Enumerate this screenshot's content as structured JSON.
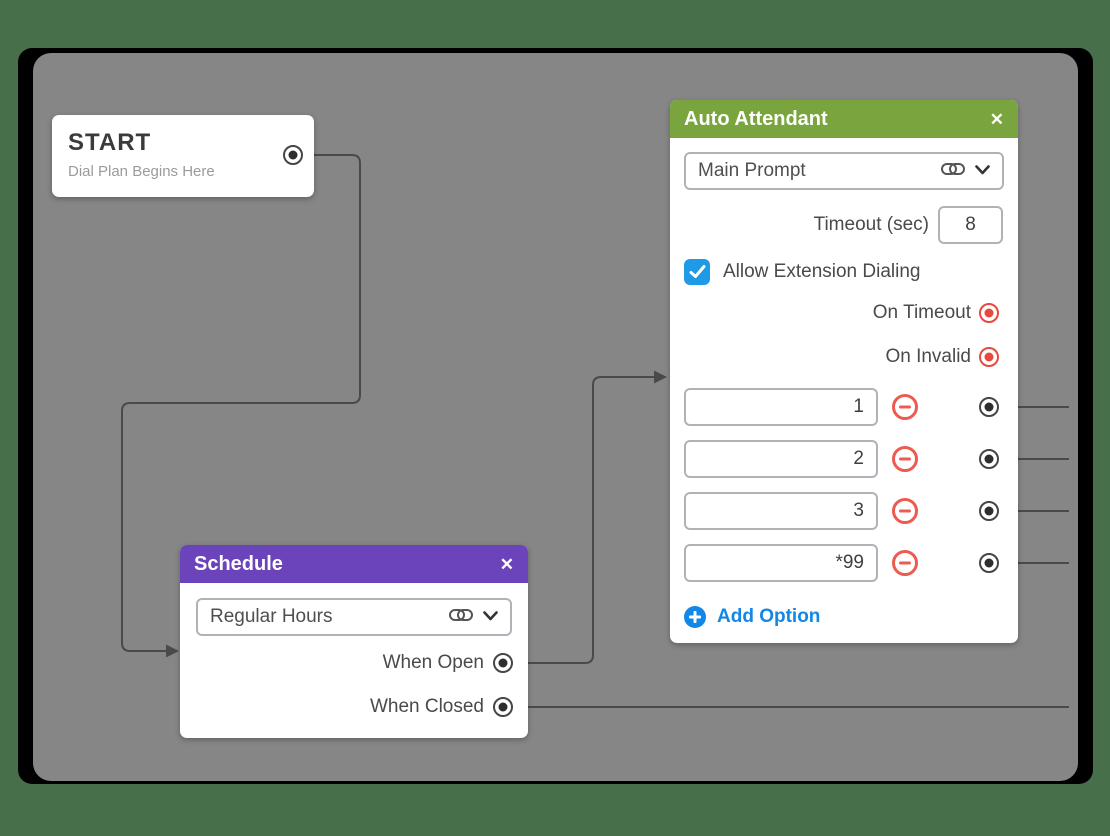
{
  "canvas": {
    "background_color": "#868686",
    "page_background_color": "#476f4a",
    "wire_color": "#4a4a4a"
  },
  "colors": {
    "schedule_header": "#6b43bb",
    "auto_attendant_header": "#7aa43e",
    "checkbox_blue": "#1e9ae6",
    "add_option_blue": "#1287e8",
    "remove_red": "#ee5a50",
    "red_port": "#e8493e"
  },
  "nodes": {
    "start": {
      "title": "START",
      "subtitle": "Dial Plan Begins Here"
    },
    "schedule": {
      "title": "Schedule",
      "close_label": "✕",
      "dropdown_value": "Regular Hours",
      "outputs": [
        {
          "label": "When Open"
        },
        {
          "label": "When Closed"
        }
      ]
    },
    "auto_attendant": {
      "title": "Auto Attendant",
      "close_label": "✕",
      "dropdown_value": "Main Prompt",
      "timeout_label": "Timeout (sec)",
      "timeout_value": "8",
      "checkbox_label": "Allow Extension Dialing",
      "checkbox_checked": true,
      "outputs": [
        {
          "label": "On Timeout"
        },
        {
          "label": "On Invalid"
        }
      ],
      "options": [
        {
          "value": "1"
        },
        {
          "value": "2"
        },
        {
          "value": "3"
        },
        {
          "value": "*99"
        }
      ],
      "add_option_label": "Add Option"
    }
  },
  "connections": [
    {
      "from": "start.output",
      "to": "schedule.input"
    },
    {
      "from": "schedule.when-open",
      "to": "auto-attendant.input"
    },
    {
      "from": "schedule.when-closed",
      "to": "offscreen-right"
    },
    {
      "from": "auto-attendant.option-1",
      "to": "offscreen-right"
    },
    {
      "from": "auto-attendant.option-2",
      "to": "offscreen-right"
    },
    {
      "from": "auto-attendant.option-3",
      "to": "offscreen-right"
    },
    {
      "from": "auto-attendant.option-*99",
      "to": "offscreen-right"
    }
  ]
}
